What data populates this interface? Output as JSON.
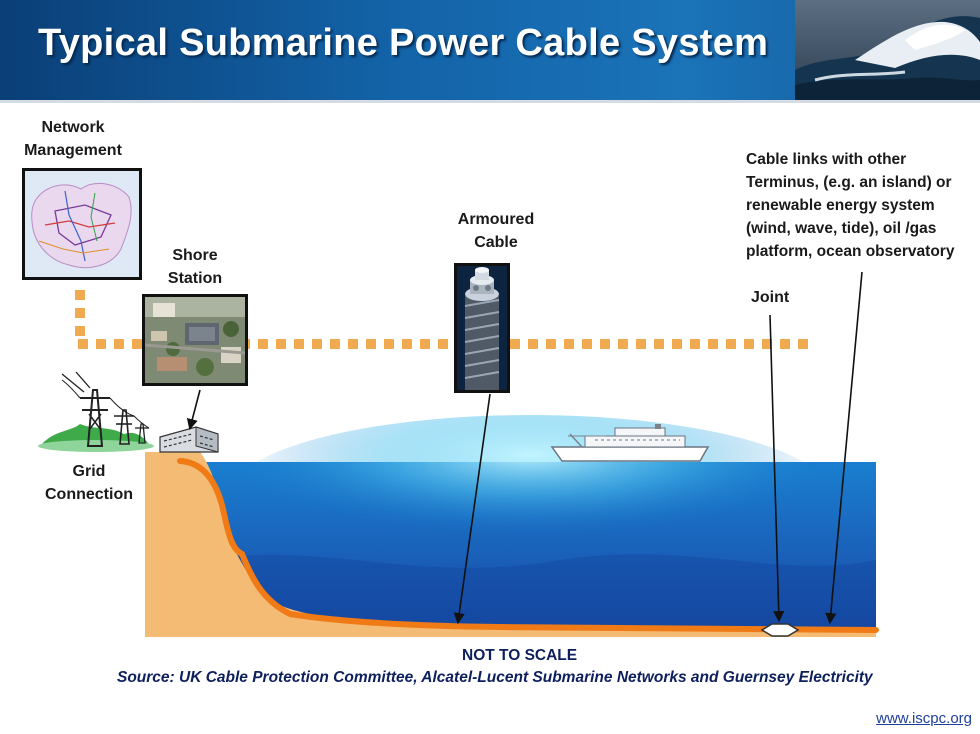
{
  "header": {
    "title": "Typical Submarine Power Cable System"
  },
  "labels": {
    "network_management": [
      "Network",
      "Management"
    ],
    "shore_station": [
      "Shore",
      "Station"
    ],
    "armoured_cable": [
      "Armoured",
      "Cable"
    ],
    "grid_connection": [
      "Grid",
      "Connection"
    ],
    "joint": "Joint",
    "cable_links": [
      "Cable links with other",
      "Terminus, (e.g. an island) or",
      "renewable energy system",
      "(wind, wave, tide), oil /gas",
      "platform, ocean observatory"
    ]
  },
  "footer": {
    "scale_note": "NOT TO SCALE",
    "source": "Source: UK Cable Protection Committee, Alcatel-Lucent Submarine Networks and Guernsey Electricity",
    "url": "www.iscpc.org"
  },
  "colors": {
    "banner": "#1363a8",
    "dotted_link": "#f0aa4f",
    "cable": "#f07a16",
    "seabed": "#f3bb73",
    "sea_top": "#1a7fd0",
    "sea_bottom": "#1546a0"
  }
}
